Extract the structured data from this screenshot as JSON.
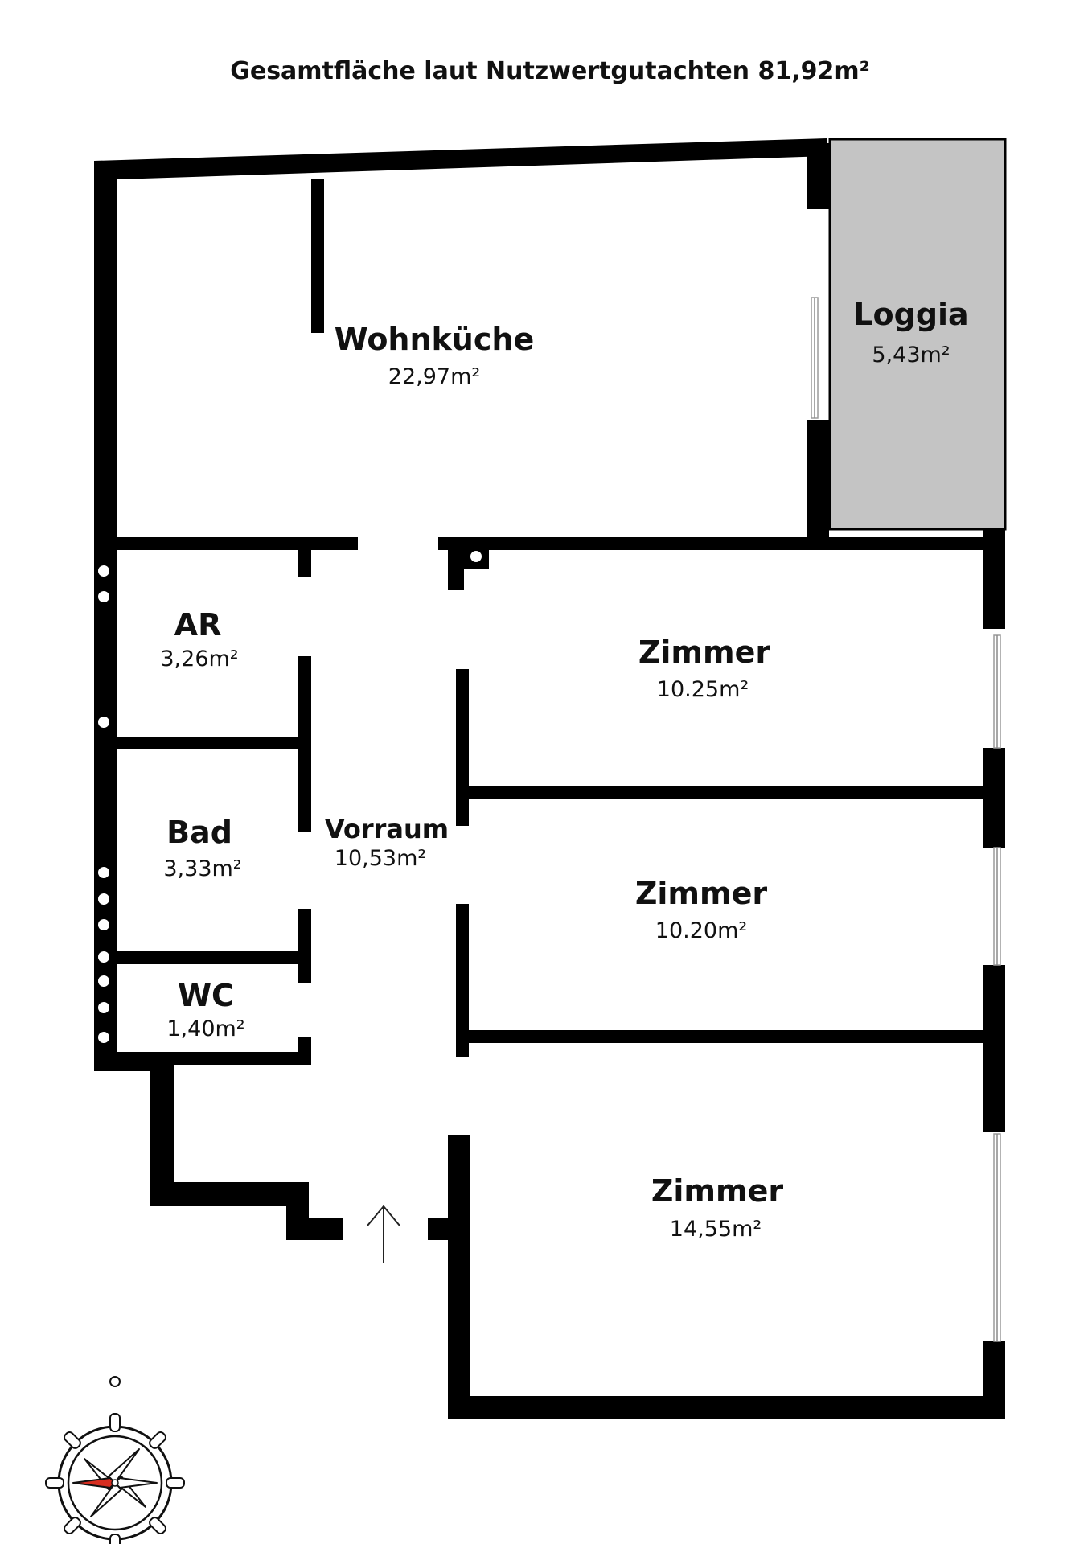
{
  "title": "Gesamtfläche laut Nutzwertgutachten 81,92m²",
  "colors": {
    "wall": "#000000",
    "loggia": "#c4c4c4",
    "compass_needle": "#d62d20"
  },
  "rooms": [
    {
      "id": "wohnkueche",
      "name": "Wohnküche",
      "area": "22,97m²"
    },
    {
      "id": "loggia",
      "name": "Loggia",
      "area": "5,43m²"
    },
    {
      "id": "ar",
      "name": "AR",
      "area": "3,26m²"
    },
    {
      "id": "bad",
      "name": "Bad",
      "area": "3,33m²"
    },
    {
      "id": "wc",
      "name": "WC",
      "area": "1,40m²"
    },
    {
      "id": "vorraum",
      "name": "Vorraum",
      "area": "10,53m²"
    },
    {
      "id": "zimmer1",
      "name": "Zimmer",
      "area": "10.25m²"
    },
    {
      "id": "zimmer2",
      "name": "Zimmer",
      "area": "10.20m²"
    },
    {
      "id": "zimmer3",
      "name": "Zimmer",
      "area": "14,55m²"
    }
  ],
  "icons": {
    "entrance": "entrance-arrow-icon",
    "compass": "compass-rose-icon"
  }
}
